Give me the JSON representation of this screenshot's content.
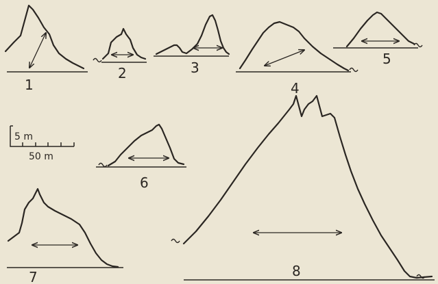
{
  "profiles": [
    {
      "id": "1",
      "label": "1"
    },
    {
      "id": "2",
      "label": "2"
    },
    {
      "id": "3",
      "label": "3"
    },
    {
      "id": "4",
      "label": "4"
    },
    {
      "id": "5",
      "label": "5"
    },
    {
      "id": "6",
      "label": "6"
    },
    {
      "id": "7",
      "label": "7"
    },
    {
      "id": "8",
      "label": "8"
    }
  ],
  "scale_bar": {
    "vertical_label": "5 m",
    "horizontal_label": "50 m"
  },
  "colors": {
    "background": "#ece6d4",
    "ink": "#2a2622"
  }
}
